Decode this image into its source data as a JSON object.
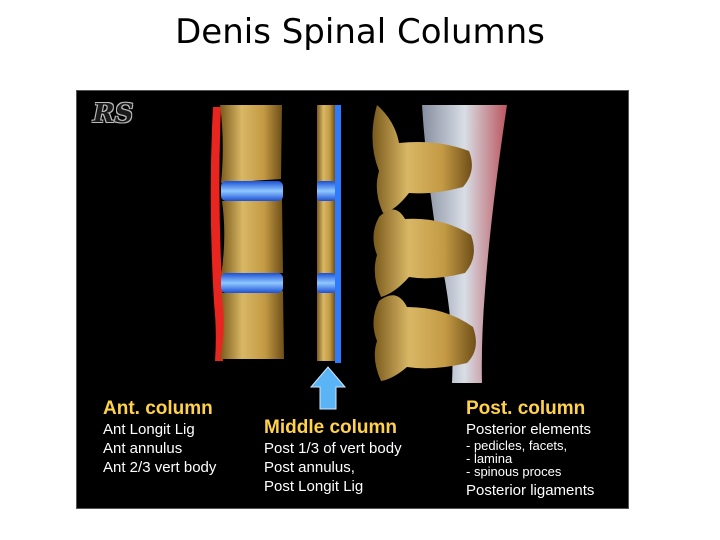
{
  "title": "Denis Spinal Columns",
  "logo": "RS",
  "columns": {
    "anterior": {
      "heading": "Ant. column",
      "items": [
        "Ant Longit Lig",
        "Ant annulus",
        "Ant 2/3 vert body"
      ]
    },
    "middle": {
      "heading": "Middle column",
      "items": [
        "Post 1/3 of vert body",
        "Post annulus,",
        "Post Longit Lig"
      ]
    },
    "posterior": {
      "heading": "Post. column",
      "items": [
        "Posterior elements"
      ],
      "sub_items": [
        "- pedicles, facets,",
        "- lamina",
        "- spinous proces"
      ],
      "footer": "Posterior ligaments"
    }
  },
  "colors": {
    "heading": "#ffd24a",
    "anterior_ligament": "#e8261f",
    "disc": "#2f7bff",
    "posterior_ligament": "#b9c3d8",
    "bone": "#c9a34a"
  }
}
